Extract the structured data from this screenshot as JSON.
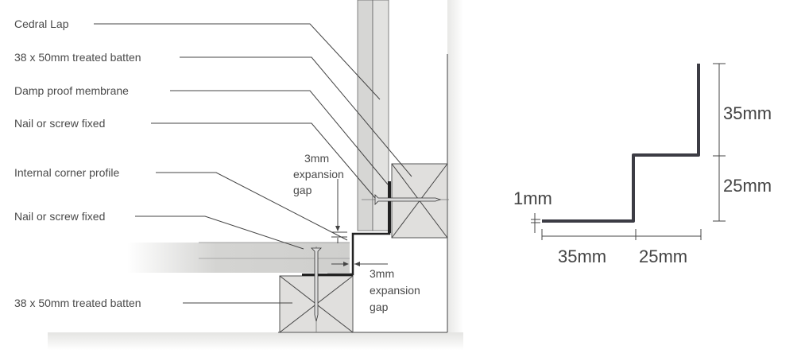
{
  "section_detail": {
    "labels": [
      "Cedral Lap",
      "38 x 50mm treated batten",
      "Damp proof membrane",
      "Nail or screw fixed",
      "Internal corner profile",
      "Nail or screw fixed",
      "38 x 50mm treated batten"
    ],
    "gap_top": [
      "3mm",
      "expansion",
      "gap"
    ],
    "gap_side": [
      "3mm",
      "expansion",
      "gap"
    ]
  },
  "profile": {
    "thickness": "1mm",
    "height_upper": "35mm",
    "height_lower": "25mm",
    "width_left": "35mm",
    "width_right": "25mm"
  }
}
